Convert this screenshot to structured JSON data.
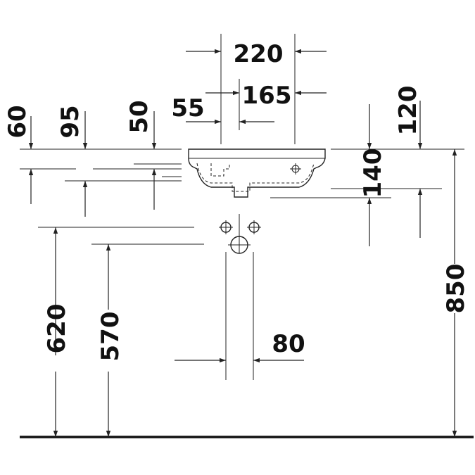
{
  "dimensions": {
    "d220": "220",
    "d165": "165",
    "d55": "55",
    "d60": "60",
    "d95": "95",
    "d50": "50",
    "d120": "120",
    "d140": "140",
    "d620": "620",
    "d570": "570",
    "d850": "850",
    "d80": "80"
  }
}
